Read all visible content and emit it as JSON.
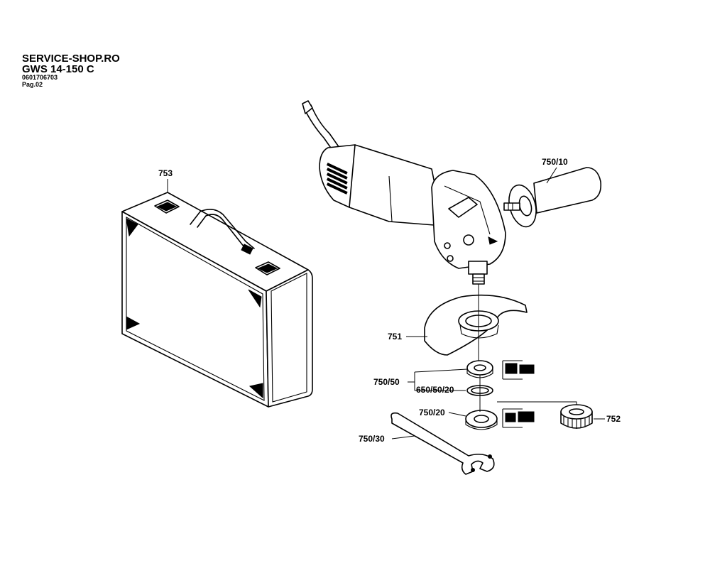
{
  "header": {
    "shop": "SERVICE-SHOP.RO",
    "model": "GWS 14-150 C",
    "code": "0601706703",
    "page": "Pag.02"
  },
  "parts": {
    "case": "753",
    "handle": "750/10",
    "guard": "751",
    "flange_set": "750/50",
    "o_ring": "650/50/20",
    "clamp_nut": "750/20",
    "quick_nut": "752",
    "spanner": "750/30"
  }
}
